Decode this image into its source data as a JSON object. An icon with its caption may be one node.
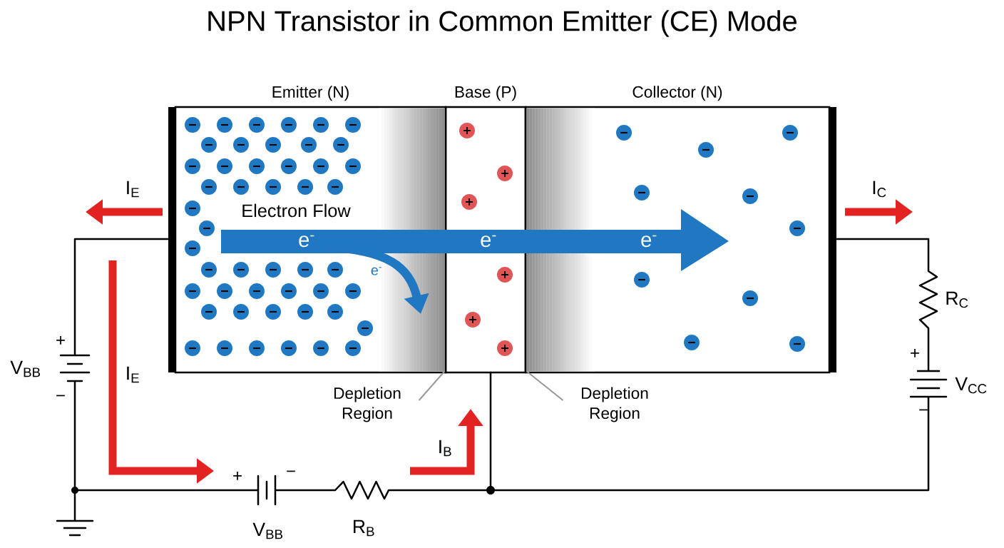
{
  "diagram": {
    "title": "NPN Transistor in Common Emitter (CE) Mode",
    "nodes": [
      {
        "text": [
          "Emitter (N)"
        ]
      },
      {
        "text": [
          "Base (P)"
        ]
      },
      {
        "text": [
          "Collector (N)"
        ]
      },
      {
        "text": [],
        "shape": "bar",
        "in": 0
      },
      {
        "text": [],
        "shape": "bar",
        "in": 2
      },
      {
        "text": [
          "Depletion Region"
        ]
      },
      {
        "text": [
          "Depletion Region"
        ]
      }
    ],
    "edges": [
      {
        "from": 5,
        "to": 3,
        "arrow": "none"
      },
      {
        "from": 6,
        "to": 4,
        "arrow": "none"
      }
    ],
    "labels": [
      "I$_{E}$",
      "Electron Flow",
      "e$^{-}$",
      "e$^{-}$",
      "e$^{-}$",
      "e$^{-}$",
      "I$_{C}$",
      "R$_{C}$",
      "+",
      "V$_{BB}$",
      "−",
      "I$_{E}$",
      "+",
      "V$_{CC}$",
      "−",
      "I$_{B}$",
      "+",
      "−",
      "V$_{BB}$",
      "R$_{B}$"
    ]
  }
}
